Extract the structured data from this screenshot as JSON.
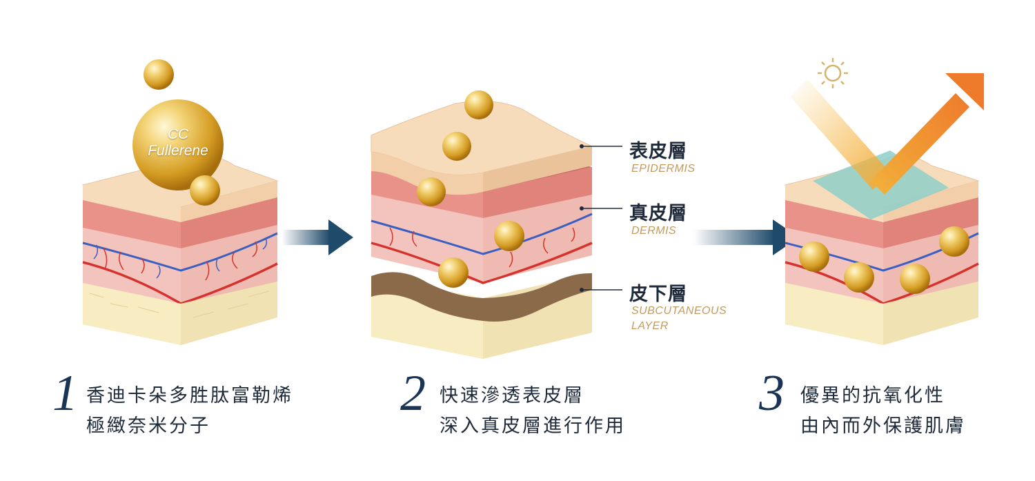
{
  "bubble": {
    "line1": "CC",
    "line2": "Fullerene"
  },
  "layers": [
    {
      "zh": "表皮層",
      "en": "EPIDERMIS"
    },
    {
      "zh": "真皮層",
      "en": "DERMIS"
    },
    {
      "zh": "皮下層",
      "en_line1": "SUBCUTANEOUS",
      "en_line2": "LAYER"
    }
  ],
  "steps": [
    {
      "number": "1",
      "line1": "香迪卡朵多胜肽富勒烯",
      "line2": "極緻奈米分子"
    },
    {
      "number": "2",
      "line1": "快速滲透表皮層",
      "line2": "深入真皮層進行作用"
    },
    {
      "number": "3",
      "line1": "優異的抗氧化性",
      "line2": "由內而外保護肌膚"
    }
  ],
  "colors": {
    "epidermis": "#f6d3b0",
    "dermis": "#e8908a",
    "subcutaneous": "#f8ecc3",
    "arrow": "#1f4a6a",
    "gold": "#e2b23a",
    "orange": "#ef7d2e",
    "shield": "#8fcfc9",
    "text_dark": "#1e2a3a",
    "text_gold": "#c39a5b"
  },
  "icons": [
    "sun-icon",
    "arrow-right-icon",
    "bounce-arrow-icon"
  ]
}
